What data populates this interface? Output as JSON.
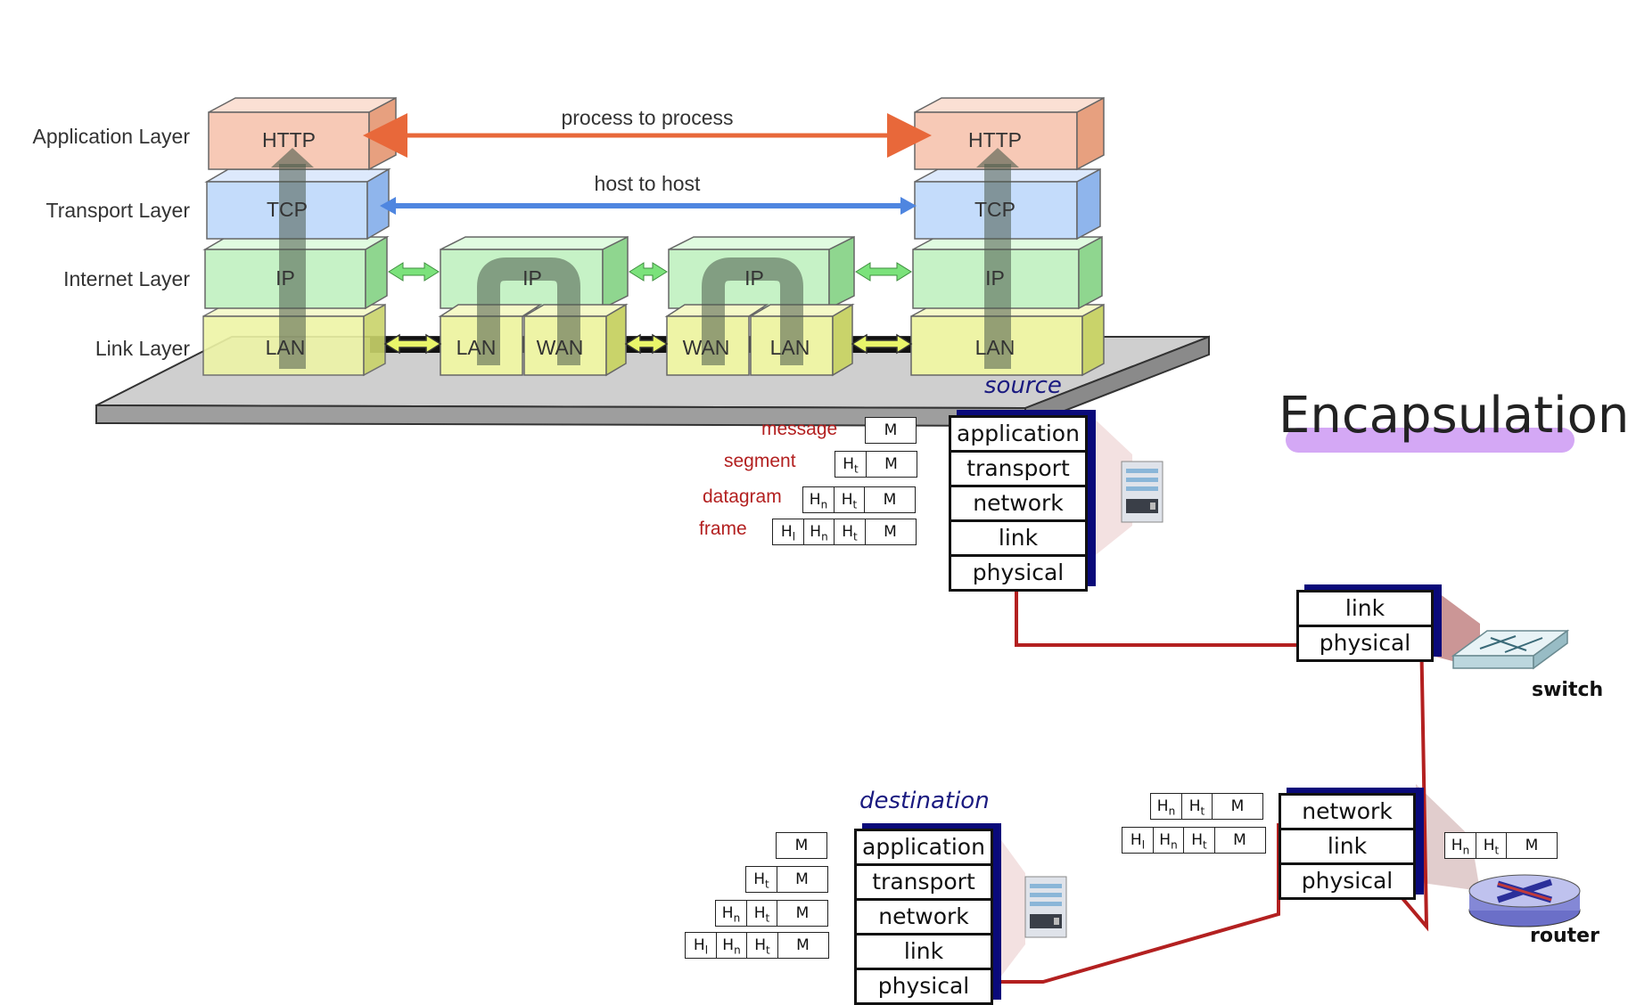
{
  "layer_labels": [
    "Application Layer",
    "Transport Layer",
    "Internet Layer",
    "Link Layer"
  ],
  "tcpip": {
    "http": "HTTP",
    "tcp": "TCP",
    "ip": "IP",
    "lan": "LAN",
    "wan": "WAN",
    "process_to_process": "process to process",
    "host_to_host": "host to host"
  },
  "encapsulation_title": "Encapsulation",
  "source": {
    "title": "source",
    "layers": [
      "application",
      "transport",
      "network",
      "link",
      "physical"
    ],
    "packet_labels": [
      "message",
      "segment",
      "datagram",
      "frame"
    ]
  },
  "switch": {
    "name": "switch",
    "layers": [
      "link",
      "physical"
    ]
  },
  "router": {
    "name": "router",
    "layers": [
      "network",
      "link",
      "physical"
    ]
  },
  "destination": {
    "title": "destination",
    "layers": [
      "application",
      "transport",
      "network",
      "link",
      "physical"
    ]
  },
  "headers": {
    "m": "M",
    "ht": "H",
    "ht_sub": "t",
    "hn": "H",
    "hn_sub": "n",
    "hl": "H",
    "hl_sub": "l"
  },
  "colors": {
    "application": "#f7c9b6",
    "transport": "#c4dcfb",
    "internet": "#c6f2c6",
    "link": "#eef4a6",
    "path": "#b32020",
    "stack_shadow": "#0a0a7a"
  }
}
